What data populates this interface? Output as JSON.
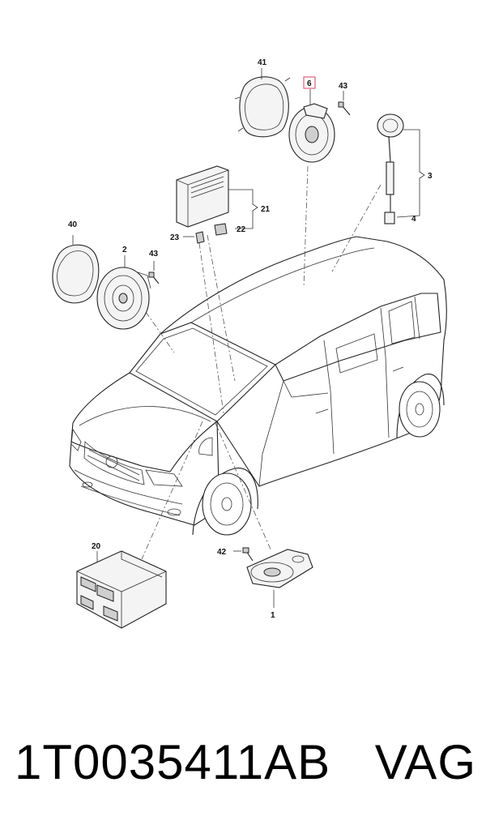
{
  "diagram": {
    "callouts": {
      "c41": "41",
      "c6": "6",
      "c43a": "43",
      "c3": "3",
      "c4": "4",
      "c21": "21",
      "c22": "22",
      "c23": "23",
      "c40": "40",
      "c2": "2",
      "c43b": "43",
      "c20": "20",
      "c42": "42",
      "c1": "1"
    },
    "highlight_color": "#e0607a"
  },
  "caption": {
    "part_number": "1T0035411AB",
    "brand": "VAG"
  }
}
